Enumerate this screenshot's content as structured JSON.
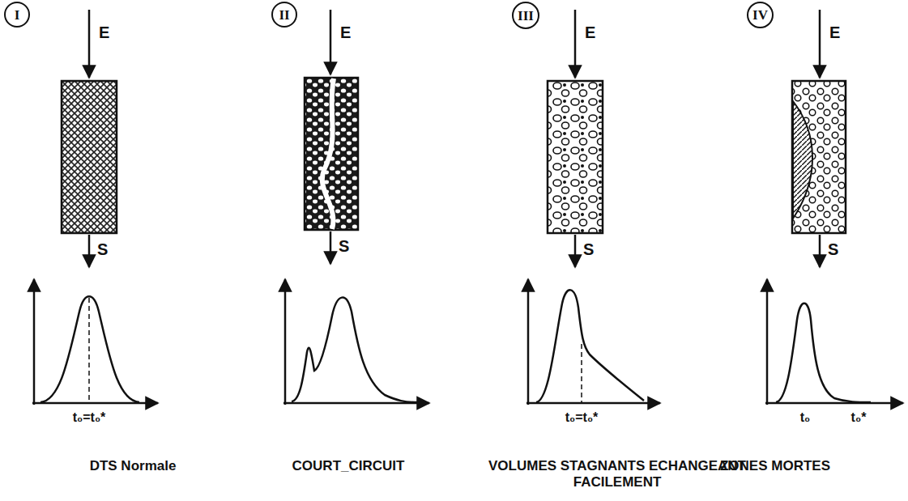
{
  "diagram": {
    "nodes": [
      {
        "text": [
          "I"
        ]
      },
      {
        "text": [
          "II"
        ]
      },
      {
        "text": [
          "III"
        ]
      },
      {
        "text": [
          "IV"
        ]
      }
    ],
    "labels": [
      "E",
      "S",
      "t₀=t₀*",
      "DTS Normale",
      "E",
      "S",
      "COURT_CIRCUIT",
      "E",
      "S",
      "t₀=t₀*",
      "VOLUMES STAGNANTS ECHANGEANT FACILEMENT",
      "E",
      "S",
      "t₀",
      "t₀*",
      "ZONES MORTES"
    ]
  }
}
